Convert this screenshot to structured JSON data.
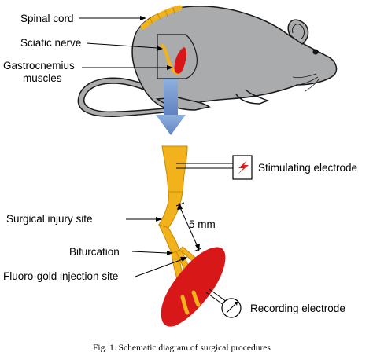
{
  "labels": {
    "spinal_cord": "Spinal cord",
    "sciatic_nerve": "Sciatic nerve",
    "gastrocnemius_line1": "Gastrocnemius",
    "gastrocnemius_line2": "muscles",
    "stimulating_electrode": "Stimulating electrode",
    "surgical_injury_site": "Surgical injury site",
    "distance": "5 mm",
    "bifurcation": "Bifurcation",
    "fluoro_gold_site": "Fluoro-gold injection site",
    "recording_electrode": "Recording electrode"
  },
  "caption": "Fig. 1.  Schematic diagram of surgical procedures",
  "colors": {
    "mouse_body": "#a9abad",
    "mouse_outline": "#1a1a1a",
    "nerve": "#f2b21b",
    "nerve_outline": "#c98a00",
    "muscle": "#d81818",
    "arrow": "#7a9ccf",
    "stimulator_bolt": "#e02020"
  }
}
